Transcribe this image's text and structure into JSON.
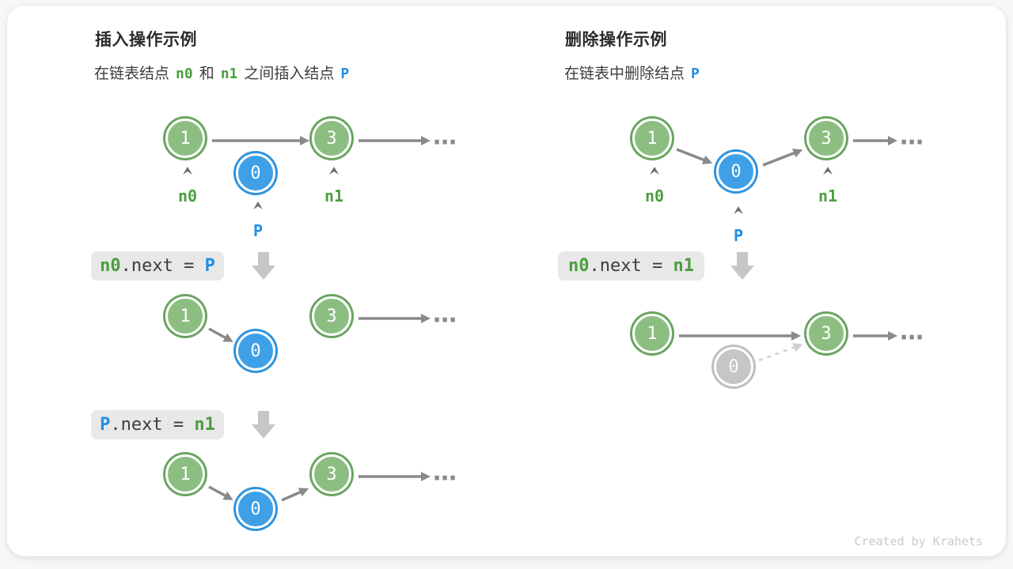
{
  "insert": {
    "title": "插入操作示例",
    "subtitle": {
      "s1": "在链表结点",
      "n0": "n0",
      "s2": "和",
      "n1": "n1",
      "s3": "之间插入结点",
      "p": "P"
    },
    "code1": {
      "lhs": "n0",
      "mid": ".next = ",
      "rhs": "P"
    },
    "code2": {
      "lhs": "P",
      "mid": ".next = ",
      "rhs": "n1"
    },
    "labels": {
      "n0": "n0",
      "n1": "n1",
      "p": "P"
    },
    "node1": "1",
    "node3": "3",
    "node0": "0",
    "ellipsis": "⋯"
  },
  "remove": {
    "title": "删除操作示例",
    "subtitle": {
      "s1": "在链表中删除结点",
      "p": "P"
    },
    "code1": {
      "lhs": "n0",
      "mid": ".next = ",
      "rhs": "n1"
    },
    "labels": {
      "n0": "n0",
      "n1": "n1",
      "p": "P"
    },
    "node1": "1",
    "node3": "3",
    "node0": "0",
    "ellipsis": "⋯"
  },
  "footer": {
    "credit": "Created by Krahets"
  },
  "colors": {
    "page_bg": "#f6f7f7",
    "card_bg": "#ffffff",
    "green_fill": "#8CBE82",
    "green_ring": "#69A55F",
    "blue_fill": "#3FA0E8",
    "blue_ring": "#2E93DE",
    "gray_fill": "#C6C6C6",
    "gray_ring": "#BEBEBE",
    "green_text": "#4B9E3F",
    "blue_text": "#1E8FE6",
    "arrow": "#8A8A8A",
    "arrow_light": "#CFCFCF",
    "pill_bg": "#E8E8E8",
    "pill_text": "#3D3D3D",
    "caret": "#6E6E6E",
    "block_arrow": "#C6C6C6",
    "title_text": "#2B2B2B",
    "body_text": "#3C3C3C",
    "credit_text": "#C9CACB"
  }
}
